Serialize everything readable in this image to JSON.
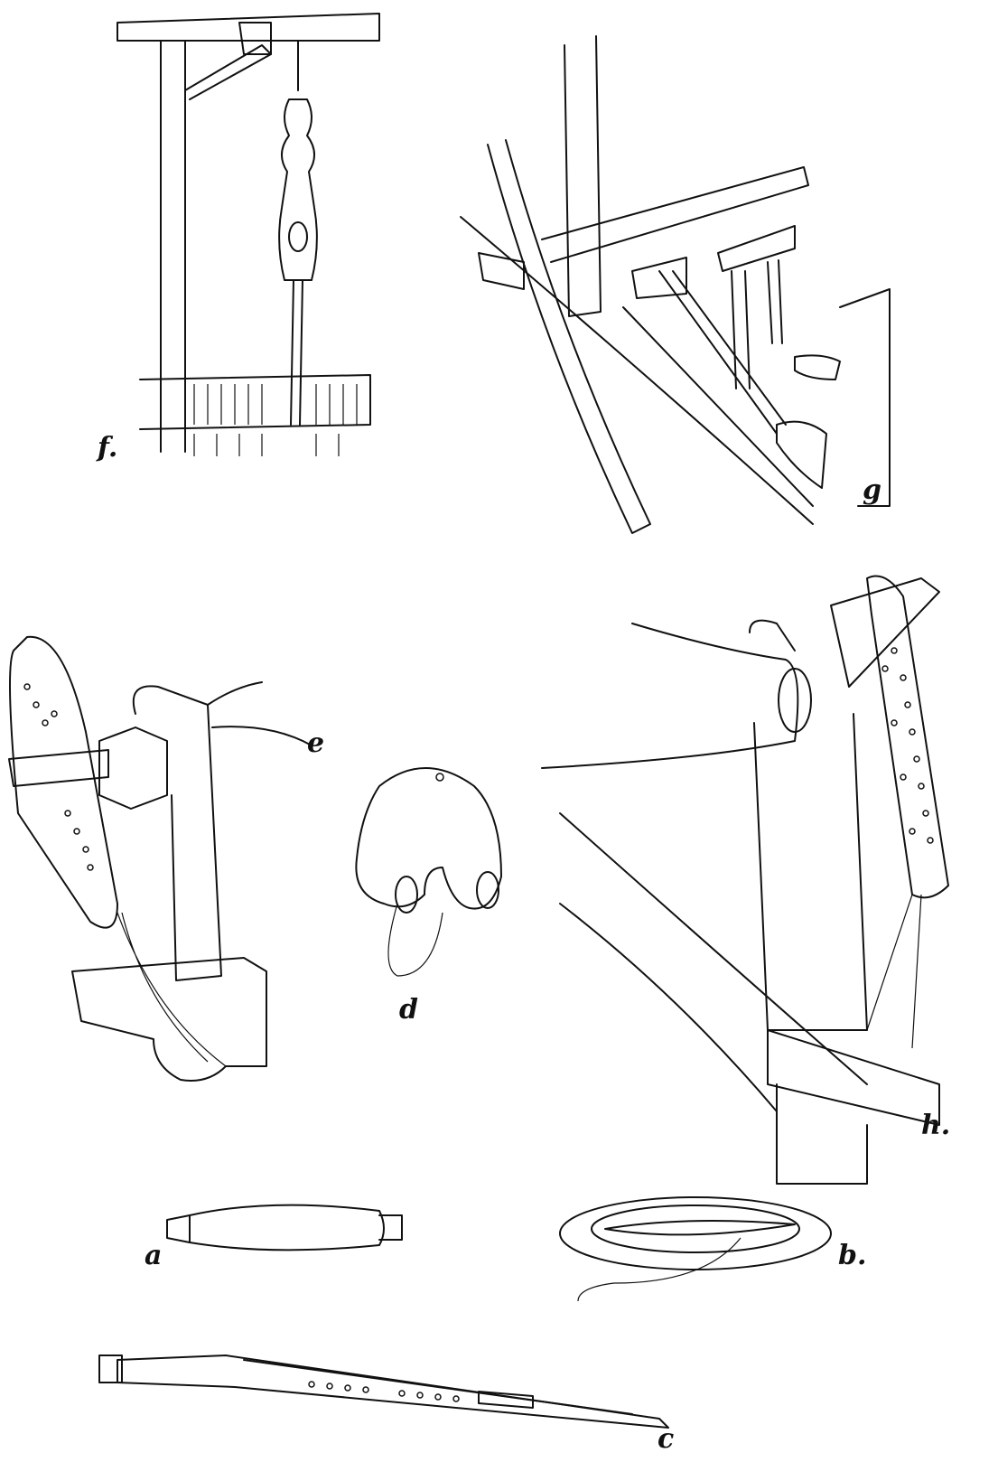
{
  "figure_labels": {
    "f": "f.",
    "g": "g",
    "e": "e",
    "d": "d",
    "h": "h.",
    "a": "a",
    "b": "b.",
    "c": "c"
  },
  "colors": {
    "ink": "#111111",
    "paper": "#ffffff"
  }
}
